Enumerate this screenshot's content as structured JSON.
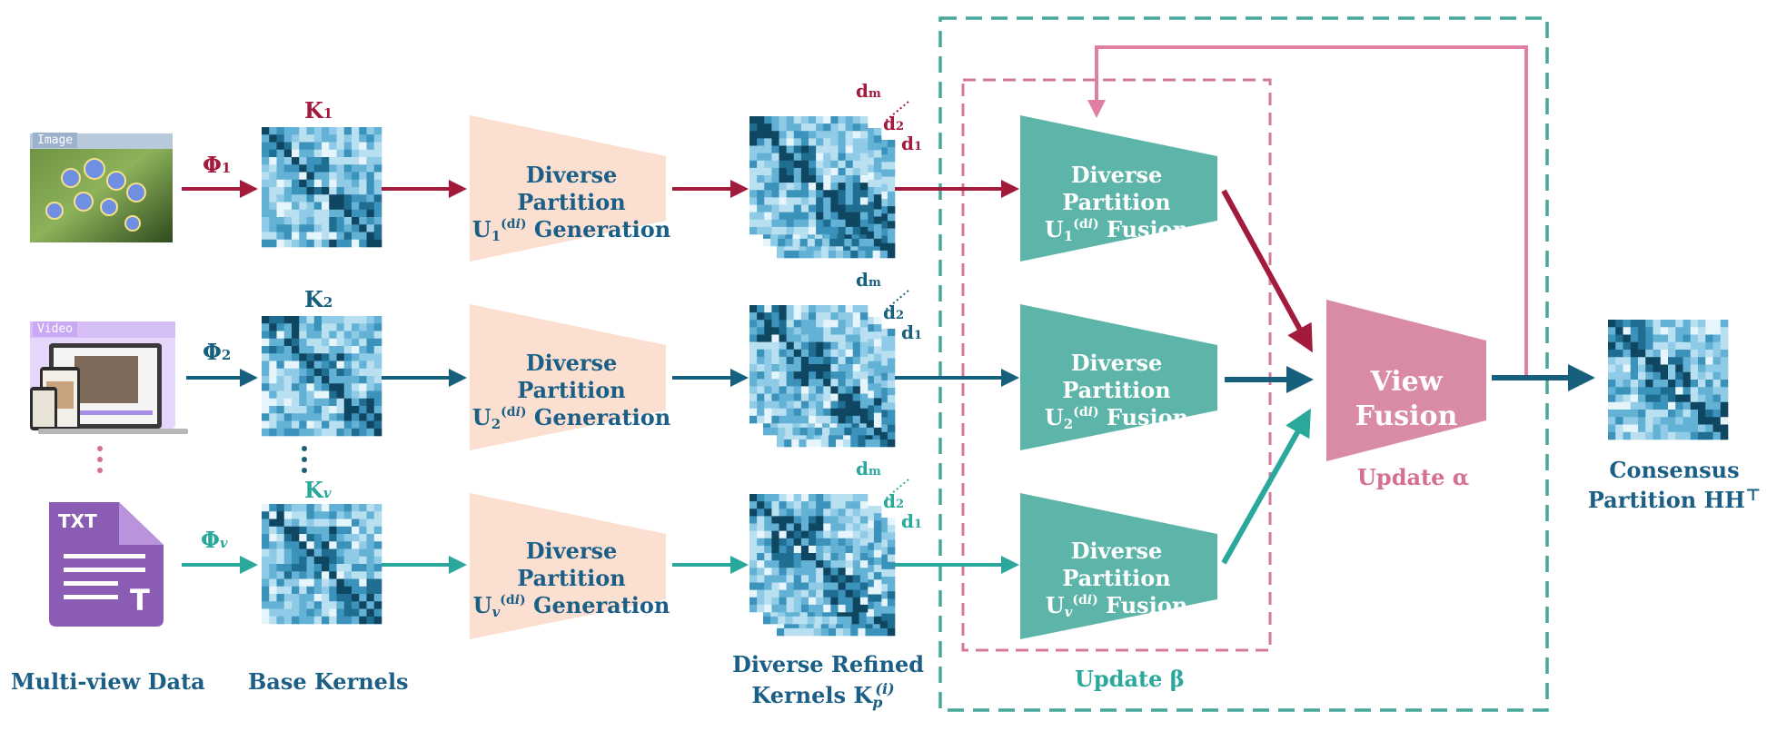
{
  "colors": {
    "row1": "#a31b3c",
    "row2": "#16607e",
    "row3": "#2aa89c",
    "generation_fill": "#fbe0d1",
    "fusion_fill": "#5db5a9",
    "view_fusion_fill": "#d98aa7",
    "outer_dash": "#46a79a",
    "inner_dash": "#d37a9a",
    "feedback_arrow": "#e07fa4",
    "label": "#1b5f86"
  },
  "inputs": {
    "image_chip": "Image",
    "video_chip": "Video",
    "txt_badge": "TXT",
    "txt_glyph": "T"
  },
  "maps": {
    "phi1": "Φ",
    "phi1_sub": "1",
    "phi2": "Φ",
    "phi2_sub": "2",
    "phiv": "Φ",
    "phiv_sub": "v"
  },
  "kernels": {
    "k1": "K",
    "k1_sub": "1",
    "k2": "K",
    "k2_sub": "2",
    "kv": "K",
    "kv_sub": "v"
  },
  "generation": {
    "line1": "Diverse Partition",
    "u": "U",
    "sub1": "1",
    "sub2": "2",
    "subv": "v",
    "sup": "(d",
    "sup_i": "i",
    "sup_close": ")",
    "suffix": "Generation"
  },
  "refined": {
    "dm": "d",
    "dm_sub": "m",
    "d2": "d",
    "d2_sub": "2",
    "d1": "d",
    "d1_sub": "1"
  },
  "fusion": {
    "line1": "Diverse Partition",
    "u": "U",
    "suffix": "Fusion"
  },
  "view_fusion": {
    "label": "View Fusion",
    "update_alpha": "Update α"
  },
  "update_beta": "Update β",
  "bottom_labels": {
    "multiview": "Multi-view Data",
    "base_kernels": "Base Kernels",
    "refined_line1": "Diverse Refined",
    "refined_line2": "Kernels K",
    "refined_sub": "p",
    "refined_sup": "(i)",
    "consensus_line1": "Consensus",
    "consensus_line2": "Partition HH",
    "consensus_sup": "⊤"
  }
}
